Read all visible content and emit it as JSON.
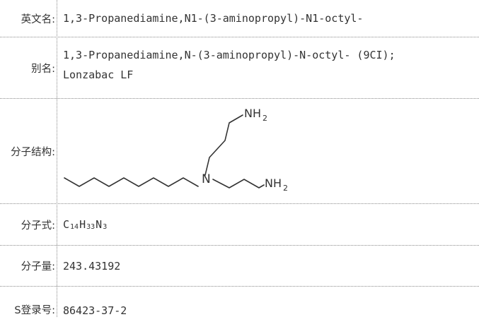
{
  "rows": {
    "english_name": {
      "label": "英文名:",
      "value": "1,3-Propanediamine,N1-(3-aminopropyl)-N1-octyl-"
    },
    "synonyms": {
      "label": "别名:",
      "line1": "1,3-Propanediamine,N-(3-aminopropyl)-N-octyl- (9CI);",
      "line2": "Lonzabac LF"
    },
    "structure": {
      "label": "分子结构:",
      "atoms": {
        "nh2_top": "NH",
        "nh2_right": "NH",
        "n_center": "N",
        "subscript": "2"
      }
    },
    "formula": {
      "label": "分子式:",
      "elements": [
        "C",
        "H",
        "N"
      ],
      "counts": [
        "14",
        "33",
        "3"
      ]
    },
    "molecular_weight": {
      "label": "分子量:",
      "value": "243.43192"
    },
    "cas": {
      "label": "S登录号:",
      "value": "86423-37-2"
    }
  }
}
